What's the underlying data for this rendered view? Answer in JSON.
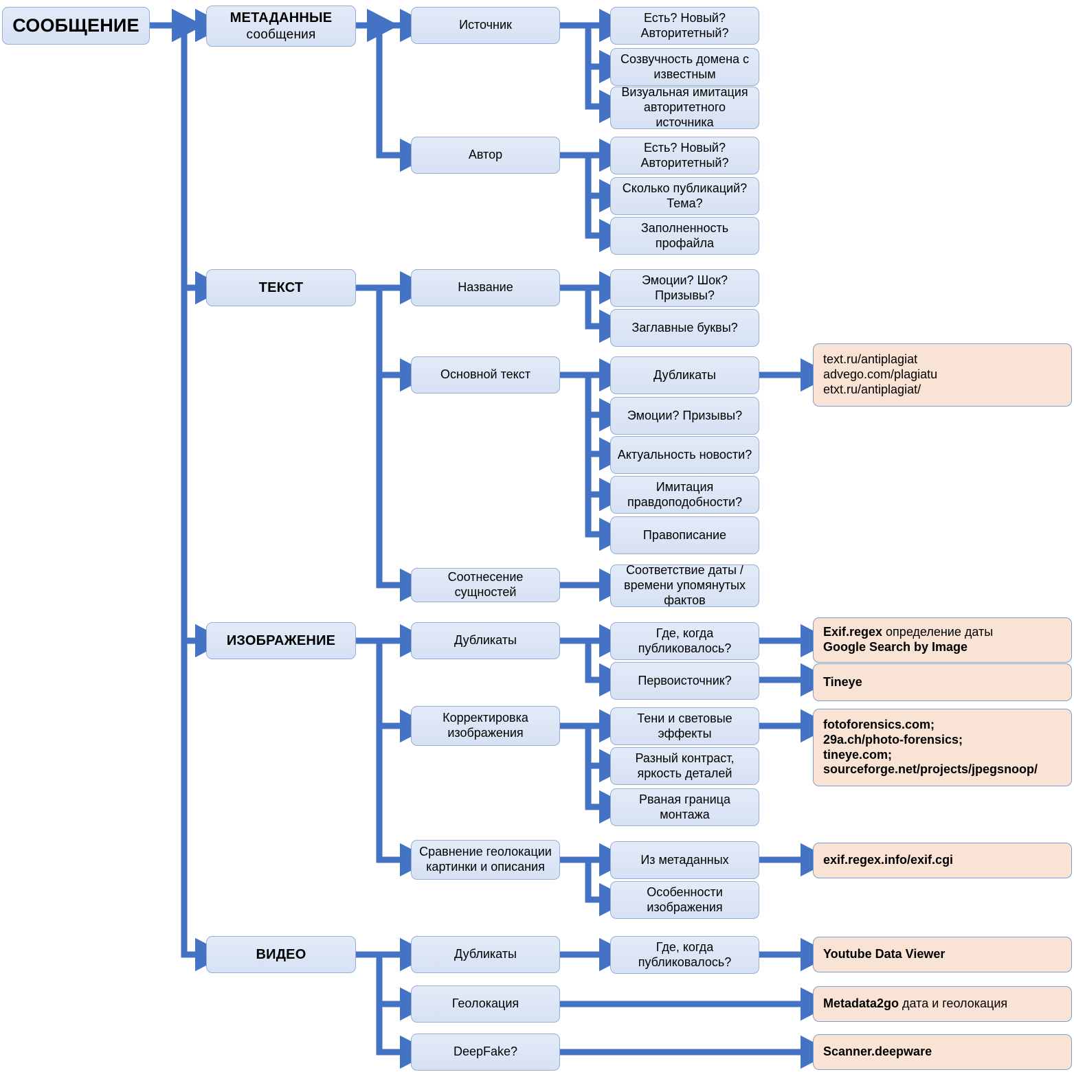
{
  "colors": {
    "node_fill_blue": "#dce6f5",
    "node_fill_peach": "#f9e3d4",
    "node_border": "#8ba6d0",
    "connector": "#4472c4",
    "text": "#000000"
  },
  "diagram": {
    "title_root": "СООБЩЕНИЕ",
    "type": "tree-flowchart",
    "branches": [
      {
        "id": "metadata",
        "label": "МЕТАДАННЫЕ",
        "sublabel": "сообщения",
        "children": [
          {
            "id": "source",
            "label": "Источник",
            "checks": [
              "Есть? Новый? Авторитетный?",
              "Созвучность домена с известным",
              "Визуальная имитация авторитетного источника"
            ]
          },
          {
            "id": "author",
            "label": "Автор",
            "checks": [
              "Есть? Новый? Авторитетный?",
              "Сколько публикаций? Тема?",
              "Заполненность профайла"
            ]
          }
        ]
      },
      {
        "id": "text",
        "label": "ТЕКСТ",
        "sublabel": "",
        "children": [
          {
            "id": "headline",
            "label": "Название",
            "checks": [
              "Эмоции? Шок? Призывы?",
              "Заглавные буквы?"
            ]
          },
          {
            "id": "body-text",
            "label": "Основной текст",
            "checks": [
              "Дубликаты",
              "Эмоции? Призывы?",
              "Актуальность новости?",
              "Имитация правдоподобности?",
              "Правописание"
            ]
          },
          {
            "id": "entities",
            "label": "Соотнесение сущностей",
            "checks": [
              "Соответствие даты / времени упомянутых фактов"
            ]
          }
        ]
      },
      {
        "id": "image",
        "label": "ИЗОБРАЖЕНИЕ",
        "sublabel": "",
        "children": [
          {
            "id": "img-duplicates",
            "label": "Дубликаты",
            "checks": [
              "Где, когда публиковалось?",
              "Первоисточник?"
            ]
          },
          {
            "id": "img-correction",
            "label": "Корректировка изображения",
            "checks": [
              "Тени и световые эффекты",
              "Разный контраст, яркость деталей",
              "Рваная граница монтажа"
            ]
          },
          {
            "id": "img-geo",
            "label": "Сравнение геолокации картинки и описания",
            "checks": [
              "Из метаданных",
              "Особенности изображения"
            ]
          }
        ]
      },
      {
        "id": "video",
        "label": "ВИДЕО",
        "sublabel": "",
        "children": [
          {
            "id": "vid-duplicates",
            "label": "Дубликаты",
            "checks": [
              "Где, когда публиковалось?"
            ]
          },
          {
            "id": "vid-geo",
            "label": "Геолокация",
            "checks": []
          },
          {
            "id": "vid-deepfake",
            "label": "DeepFake?",
            "checks": []
          }
        ]
      }
    ],
    "tools": [
      {
        "id": "tool-plagiarism",
        "lines": [
          {
            "bold": "",
            "normal": "text.ru/antiplagiat"
          },
          {
            "bold": "",
            "normal": "advego.com/plagiatu"
          },
          {
            "bold": "",
            "normal": "etxt.ru/antiplagiat/"
          }
        ]
      },
      {
        "id": "tool-exif-google",
        "lines": [
          {
            "bold": "Exif.regex",
            "normal": " определение даты"
          },
          {
            "bold": "Google Search by Image",
            "normal": ""
          }
        ]
      },
      {
        "id": "tool-tineye",
        "lines": [
          {
            "bold": "Tineye",
            "normal": ""
          }
        ]
      },
      {
        "id": "tool-forensics",
        "lines": [
          {
            "bold": "fotoforensics.com;",
            "normal": ""
          },
          {
            "bold": "29a.ch/photo-forensics;",
            "normal": ""
          },
          {
            "bold": "tineye.com;",
            "normal": ""
          },
          {
            "bold": "sourceforge.net/projects/jpegsnoop/",
            "normal": ""
          }
        ]
      },
      {
        "id": "tool-exif-cgi",
        "lines": [
          {
            "bold": "exif.regex.info/exif.cgi",
            "normal": ""
          }
        ]
      },
      {
        "id": "tool-youtube",
        "lines": [
          {
            "bold": "Youtube Data Viewer",
            "normal": ""
          }
        ]
      },
      {
        "id": "tool-metadata2go",
        "lines": [
          {
            "bold": "Metadata2go",
            "normal": " дата и геолокация"
          }
        ]
      },
      {
        "id": "tool-deepware",
        "lines": [
          {
            "bold": "Scanner.deepware",
            "normal": ""
          }
        ]
      }
    ]
  },
  "nodes": {
    "root": "СООБЩЕНИЕ",
    "l2": {
      "metadata_main": "МЕТАДАННЫЕ",
      "metadata_sub": "сообщения",
      "text": "ТЕКСТ",
      "image": "ИЗОБРАЖЕНИЕ",
      "video": "ВИДЕО"
    },
    "l3": {
      "source": "Источник",
      "author": "Автор",
      "headline": "Название",
      "body_text": "Основной текст",
      "entities": "Соотнесение сущностей",
      "img_duplicates": "Дубликаты",
      "img_correction": "Корректировка изображения",
      "img_geo": "Сравнение геолокации картинки и описания",
      "vid_duplicates": "Дубликаты",
      "vid_geo": "Геолокация",
      "vid_deepfake": "DeepFake?"
    },
    "l4": {
      "src_c1": "Есть? Новый? Авторитетный?",
      "src_c2": "Созвучность домена с известным",
      "src_c3": "Визуальная имитация авторитетного источника",
      "auth_c1": "Есть? Новый? Авторитетный?",
      "auth_c2": "Сколько публикаций? Тема?",
      "auth_c3": "Заполненность профайла",
      "head_c1": "Эмоции? Шок? Призывы?",
      "head_c2": "Заглавные буквы?",
      "body_c1": "Дубликаты",
      "body_c2": "Эмоции? Призывы?",
      "body_c3": "Актуальность новости?",
      "body_c4": "Имитация правдоподобности?",
      "body_c5": "Правописание",
      "ent_c1": "Соответствие даты / времени упомянутых фактов",
      "imgdup_c1": "Где, когда публиковалось?",
      "imgdup_c2": "Первоисточник?",
      "imgcor_c1": "Тени и световые эффекты",
      "imgcor_c2": "Разный контраст, яркость деталей",
      "imgcor_c3": "Рваная граница монтажа",
      "imggeo_c1": "Из метаданных",
      "imggeo_c2": "Особенности изображения",
      "viddup_c1": "Где, когда публиковалось?"
    }
  }
}
